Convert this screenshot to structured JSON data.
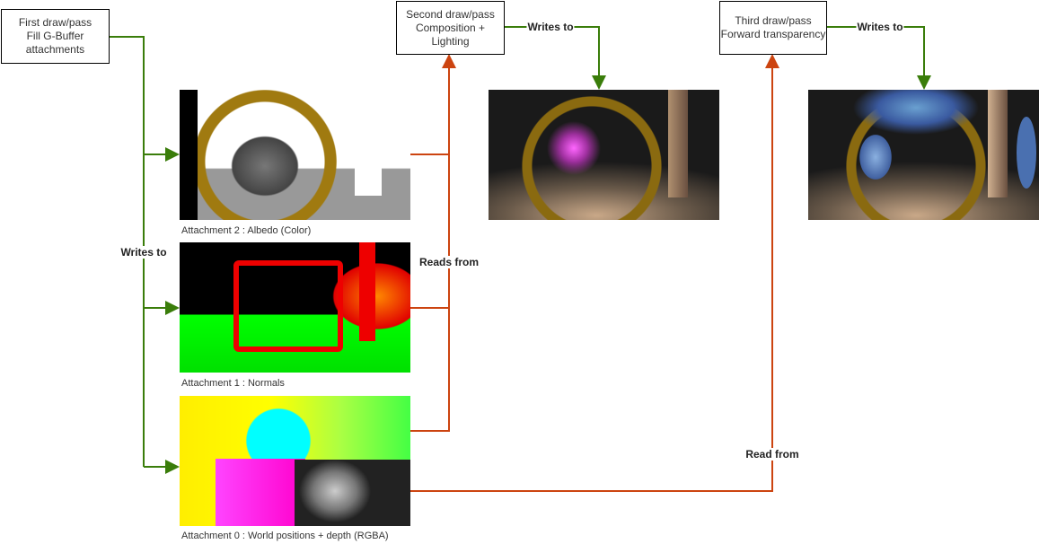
{
  "passes": [
    {
      "label": "First draw/pass\nFill G-Buffer\nattachments"
    },
    {
      "label": "Second draw/pass\nComposition +\nLighting"
    },
    {
      "label": "Third draw/pass\nForward transparency"
    }
  ],
  "edges": {
    "gbuffer_writes": "Writes to",
    "composition_writes": "Writes to",
    "transparency_writes": "Writes to",
    "reads_from": "Reads from",
    "read_from": "Read from"
  },
  "attachments": [
    {
      "caption": "Attachment 2 : Albedo (Color)"
    },
    {
      "caption": "Attachment 1 : Normals"
    },
    {
      "caption": "Attachment 0 : World positions + depth (RGBA)"
    }
  ],
  "colors": {
    "writes": "#3a7d0a",
    "reads": "#cc4410"
  }
}
